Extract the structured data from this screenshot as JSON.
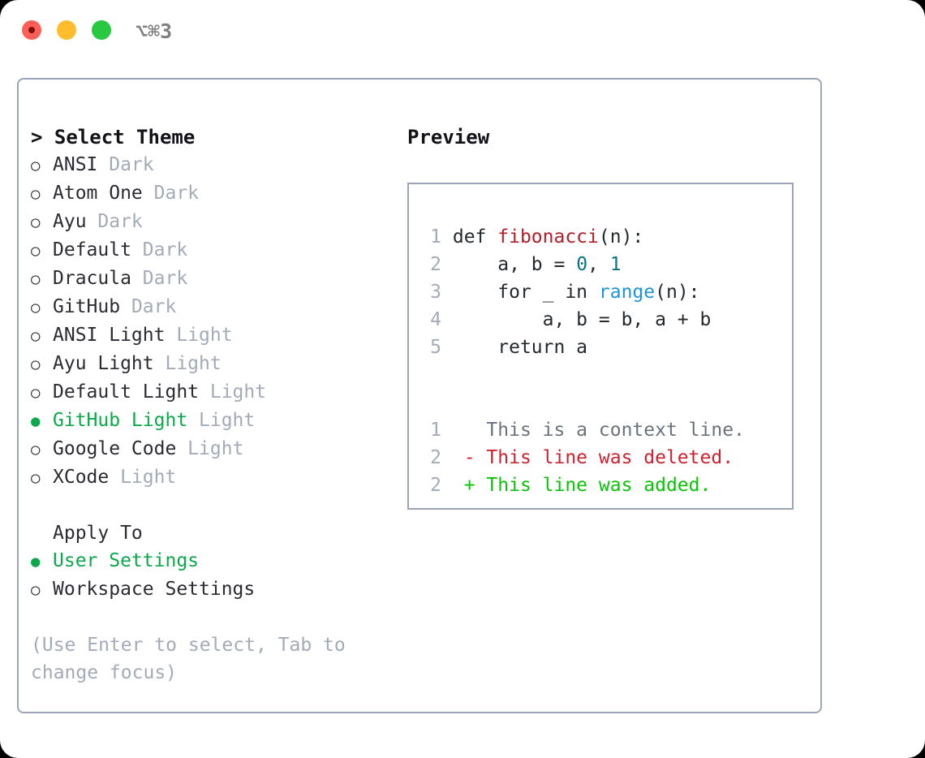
{
  "titlebar": {
    "shortcut": "⌥⌘3",
    "lights": [
      {
        "name": "close",
        "color": "#ff5f57"
      },
      {
        "name": "minimize",
        "color": "#ffbd2e"
      },
      {
        "name": "zoom",
        "color": "#28c840"
      }
    ]
  },
  "theme_picker": {
    "heading": "> Select Theme",
    "selected_bullet": "●",
    "unselected_bullet": "○",
    "selected_color": "#0ca849",
    "items": [
      {
        "name": "ANSI",
        "variant": "Dark",
        "selected": false
      },
      {
        "name": "Atom One",
        "variant": "Dark",
        "selected": false
      },
      {
        "name": "Ayu",
        "variant": "Dark",
        "selected": false
      },
      {
        "name": "Default",
        "variant": "Dark",
        "selected": false
      },
      {
        "name": "Dracula",
        "variant": "Dark",
        "selected": false
      },
      {
        "name": "GitHub",
        "variant": "Dark",
        "selected": false
      },
      {
        "name": "ANSI Light",
        "variant": "Light",
        "selected": false
      },
      {
        "name": "Ayu Light",
        "variant": "Light",
        "selected": false
      },
      {
        "name": "Default Light",
        "variant": "Light",
        "selected": false
      },
      {
        "name": "GitHub Light",
        "variant": "Light",
        "selected": true
      },
      {
        "name": "Google Code",
        "variant": "Light",
        "selected": false
      },
      {
        "name": "XCode",
        "variant": "Light",
        "selected": false
      }
    ]
  },
  "apply_to": {
    "heading": "Apply To",
    "items": [
      {
        "label": "User Settings",
        "selected": true
      },
      {
        "label": "Workspace Settings",
        "selected": false
      }
    ]
  },
  "hint": "(Use Enter to select, Tab to change focus)",
  "preview": {
    "heading": "Preview",
    "code_lines": [
      {
        "number": "1",
        "tokens": [
          {
            "text": "def ",
            "kind": "plain"
          },
          {
            "text": "fibonacci",
            "kind": "func"
          },
          {
            "text": "(n):",
            "kind": "plain"
          }
        ]
      },
      {
        "number": "2",
        "tokens": [
          {
            "text": "    a, b = ",
            "kind": "plain"
          },
          {
            "text": "0",
            "kind": "num"
          },
          {
            "text": ", ",
            "kind": "plain"
          },
          {
            "text": "1",
            "kind": "num"
          }
        ]
      },
      {
        "number": "3",
        "tokens": [
          {
            "text": "    for _ in ",
            "kind": "plain"
          },
          {
            "text": "range",
            "kind": "call"
          },
          {
            "text": "(n):",
            "kind": "plain"
          }
        ]
      },
      {
        "number": "4",
        "tokens": [
          {
            "text": "        a, b = b, a + b",
            "kind": "plain"
          }
        ]
      },
      {
        "number": "5",
        "tokens": [
          {
            "text": "    return a",
            "kind": "plain"
          }
        ]
      }
    ],
    "diff_lines": [
      {
        "number": "1",
        "marker": " ",
        "text": " This is a context line.",
        "kind": "context"
      },
      {
        "number": "2",
        "marker": "-",
        "text": " This line was deleted.",
        "kind": "deleted"
      },
      {
        "number": "2",
        "marker": "+",
        "text": " This line was added.",
        "kind": "added"
      }
    ],
    "diff_colors": {
      "context": "#6a737d",
      "deleted": "#cb2431",
      "added": "#0ac30a"
    }
  }
}
